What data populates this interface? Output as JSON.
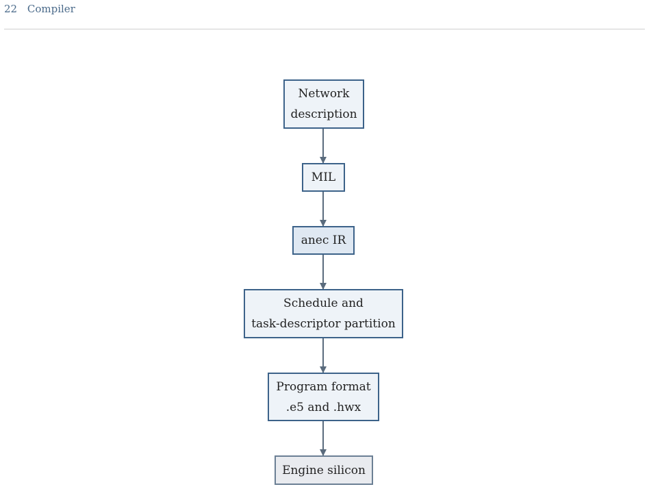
{
  "header": {
    "page_number": "22",
    "section_title": "Compiler"
  },
  "diagram": {
    "nodes": [
      {
        "id": "network",
        "lines": [
          "Network",
          "description"
        ]
      },
      {
        "id": "mil",
        "lines": [
          "MIL"
        ]
      },
      {
        "id": "anec",
        "lines": [
          "anec IR"
        ]
      },
      {
        "id": "schedule",
        "lines": [
          "Schedule and",
          "task-descriptor partition"
        ]
      },
      {
        "id": "program",
        "lines": [
          "Program format",
          ".e5 and .hwx"
        ]
      },
      {
        "id": "engine",
        "lines": [
          "Engine silicon"
        ]
      }
    ],
    "edges": [
      {
        "from": "network",
        "to": "mil"
      },
      {
        "from": "mil",
        "to": "anec"
      },
      {
        "from": "anec",
        "to": "schedule"
      },
      {
        "from": "schedule",
        "to": "program"
      },
      {
        "from": "program",
        "to": "engine"
      }
    ],
    "colors": {
      "border": "#3c6289",
      "fill": "#eef3f8",
      "arrow": "#5a6b7d"
    }
  }
}
